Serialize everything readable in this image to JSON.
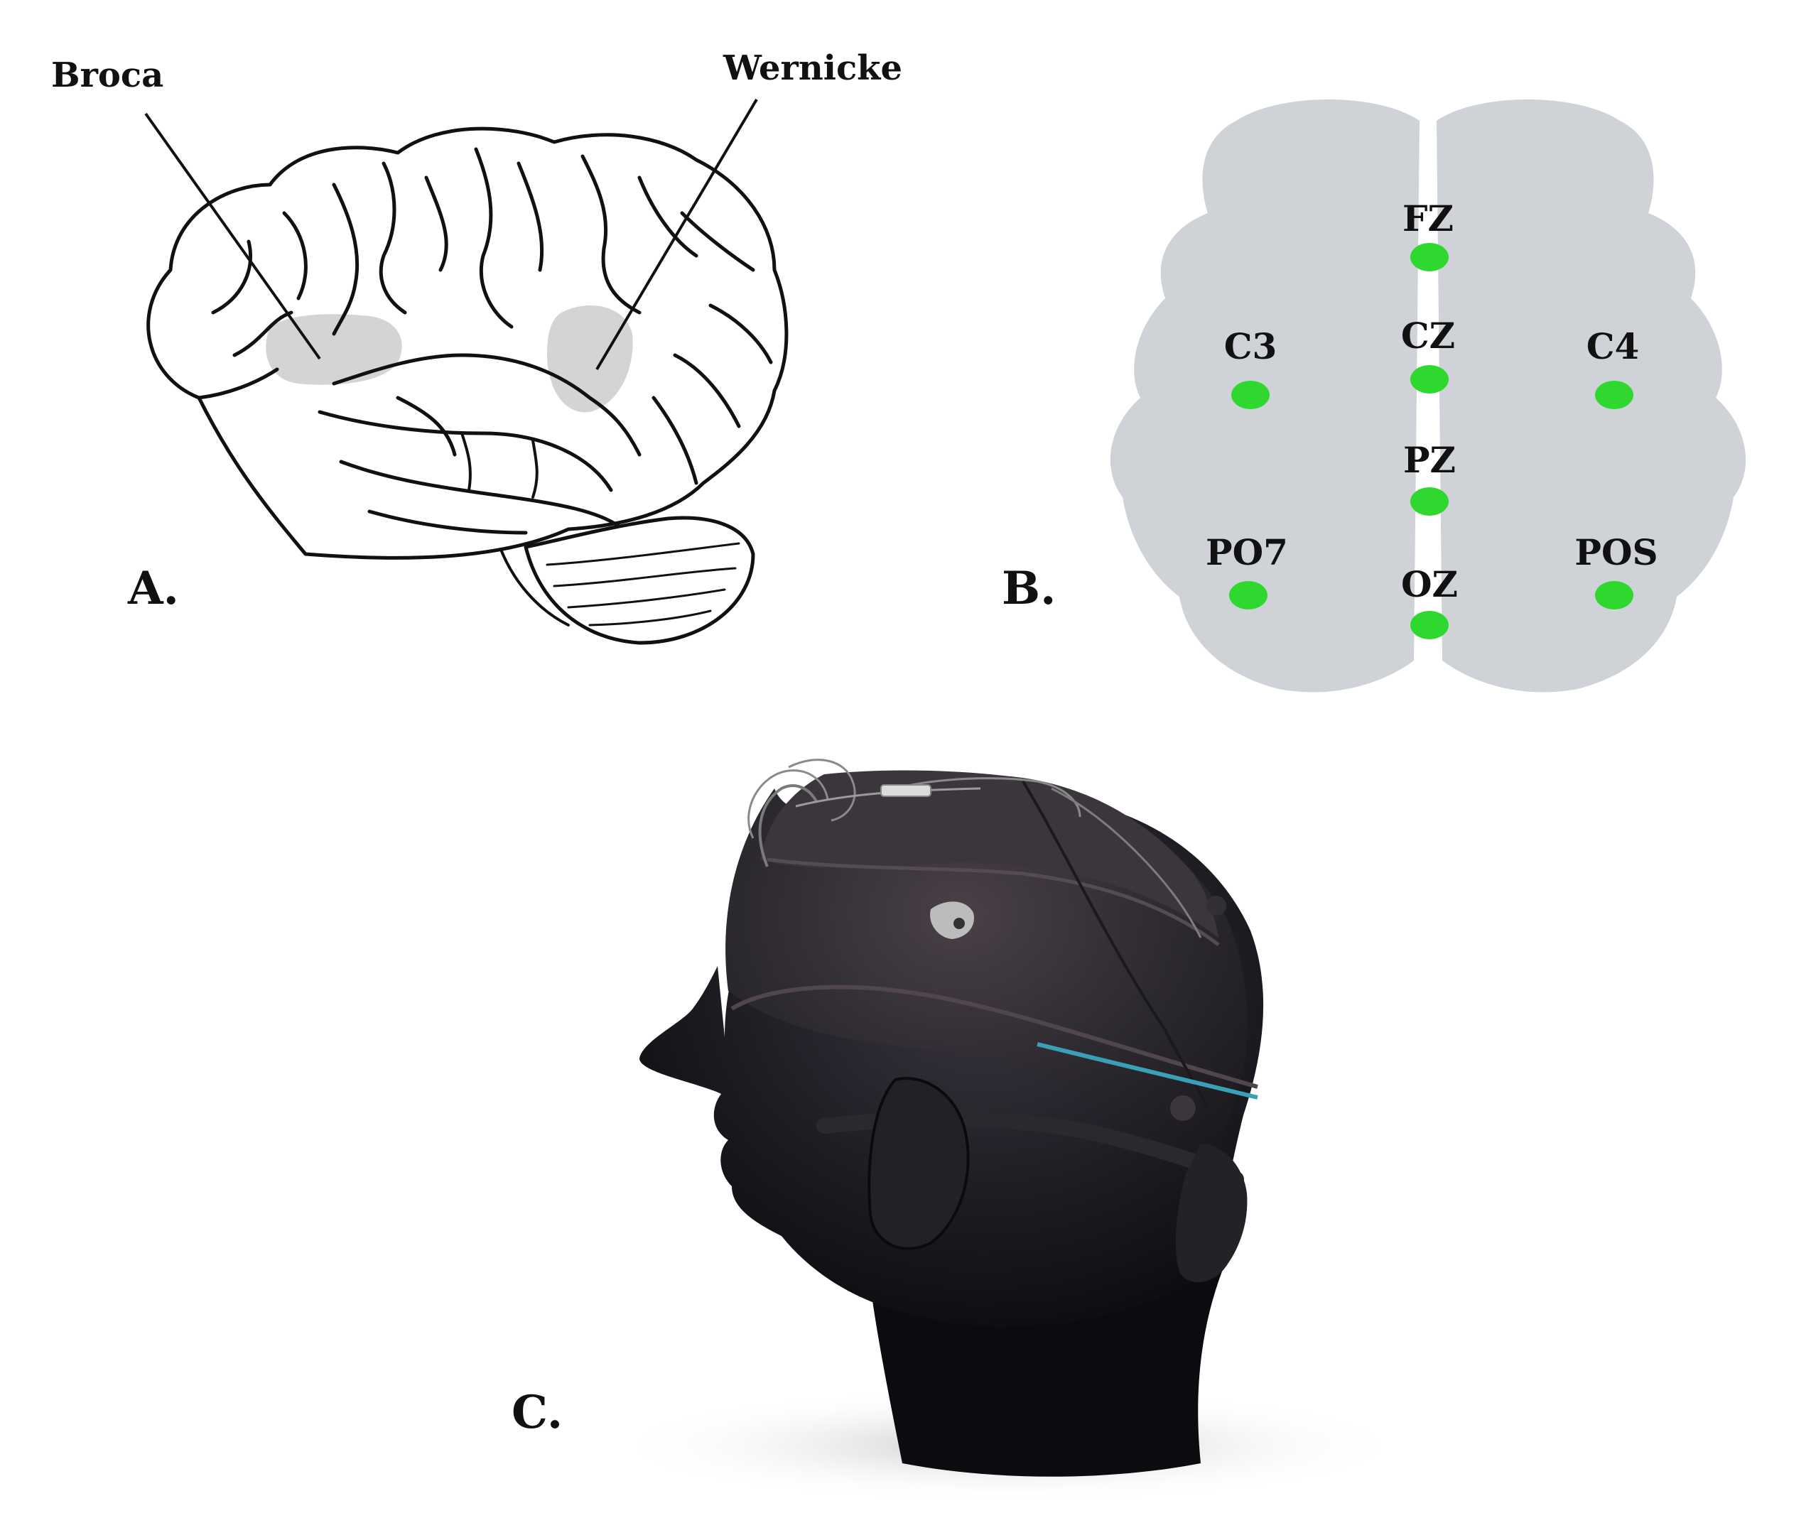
{
  "panels": {
    "a": {
      "letter": "A.",
      "broca_label": "Broca",
      "wernicke_label": "Wernicke"
    },
    "b": {
      "letter": "B.",
      "electrodes": [
        {
          "label": "FZ"
        },
        {
          "label": "C3"
        },
        {
          "label": "CZ"
        },
        {
          "label": "C4"
        },
        {
          "label": "PZ"
        },
        {
          "label": "PO7"
        },
        {
          "label": "OZ"
        },
        {
          "label": "POS"
        }
      ]
    },
    "c": {
      "letter": "C."
    }
  },
  "colors": {
    "electrode": "#2fd82f",
    "brain_top_view": "#cfd3d8",
    "highlight_region": "#d4d4d4",
    "cap": "#2c2a2e",
    "head": "#151419"
  },
  "icons": {
    "panel_a": "brain-side-view-illustration",
    "panel_b": "brain-top-view-electrode-map",
    "panel_c": "eeg-cap-on-mannequin-head"
  }
}
